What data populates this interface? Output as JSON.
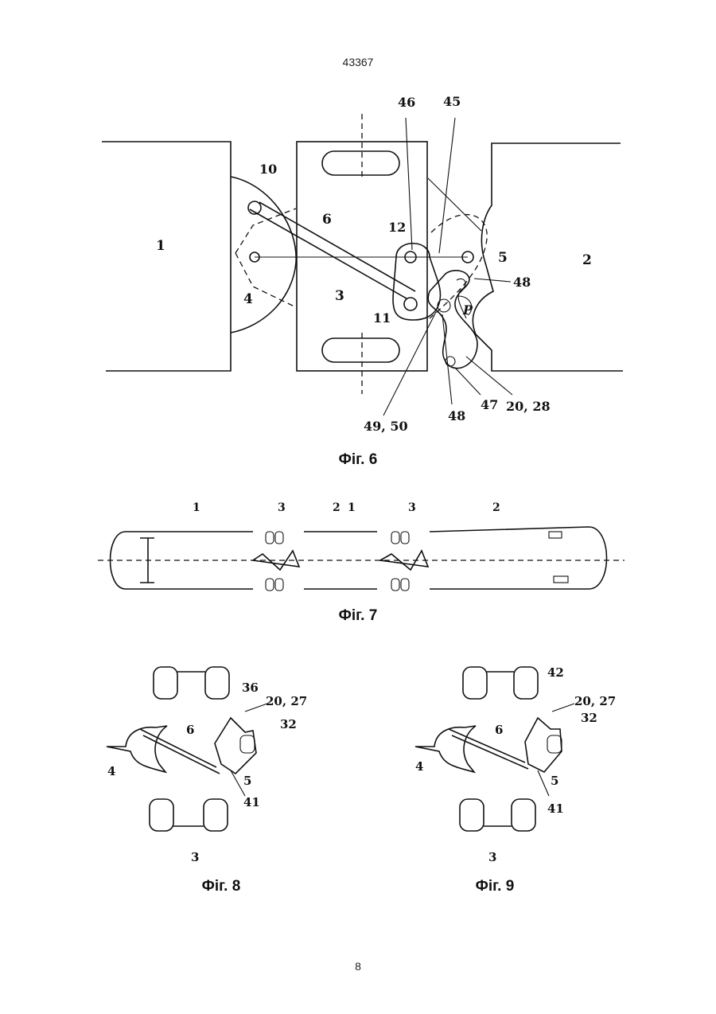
{
  "document": {
    "number": "43367",
    "page_number": "8"
  },
  "figures": {
    "fig6": {
      "caption": "Фіг. 6",
      "labels": {
        "car1": "1",
        "car2": "2",
        "bogie": "3",
        "l4": "4",
        "l5": "5",
        "l6": "6",
        "l10": "10",
        "l11": "11",
        "l12": "12",
        "l45": "45",
        "l46": "46",
        "l47": "47",
        "l48a": "48",
        "l48b": "48",
        "l49_50": "49, 50",
        "l20_28": "20, 28",
        "p": "P"
      }
    },
    "fig7": {
      "caption": "Фіг. 7",
      "labels": {
        "a1": "1",
        "a3": "3",
        "a2": "2",
        "a1b": "1",
        "a3b": "3",
        "a2b": "2"
      }
    },
    "fig8": {
      "caption": "Фіг. 8",
      "labels": {
        "l36": "36",
        "l20_27": "20, 27",
        "l32": "32",
        "l6": "6",
        "l4": "4",
        "l5": "5",
        "l41": "41",
        "l3": "3"
      }
    },
    "fig9": {
      "caption": "Фіг. 9",
      "labels": {
        "l42": "42",
        "l20_27": "20, 27",
        "l32": "32",
        "l6": "6",
        "l4": "4",
        "l5": "5",
        "l41": "41",
        "l3": "3"
      }
    }
  }
}
